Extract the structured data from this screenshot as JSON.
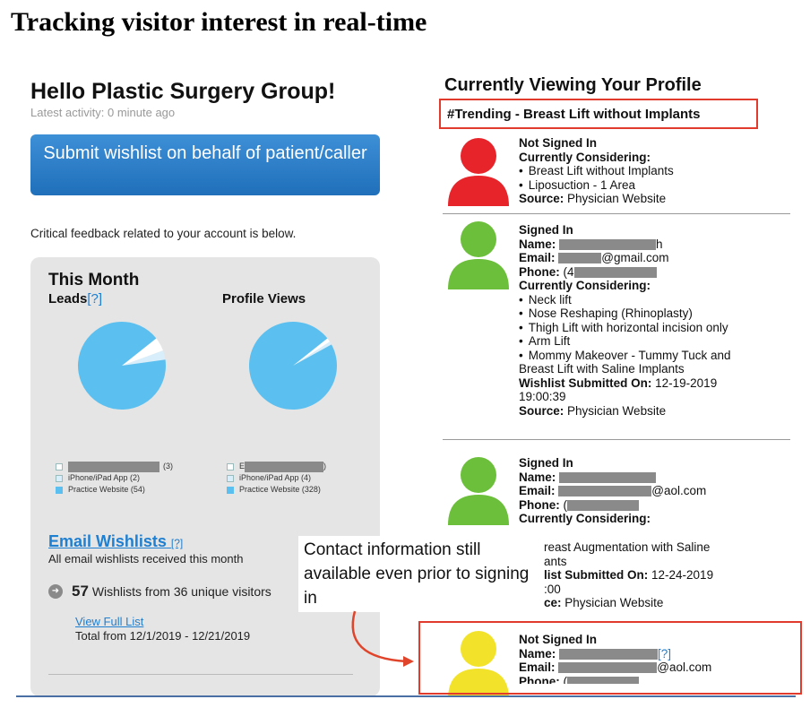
{
  "slide_title": "Tracking visitor interest in real-time",
  "left": {
    "greeting": "Hello Plastic Surgery Group!",
    "activity": "Latest activity: 0 minute ago",
    "wishlist_button": "Submit wishlist on behalf of patient/caller",
    "feedback": "Critical feedback related to your account is below.",
    "this_month": "This Month",
    "leads_label": "Leads",
    "leads_help": "[?]",
    "views_label": "Profile Views",
    "leads_legend": [
      {
        "label": "",
        "value": "(3)",
        "color": "#ffffff",
        "redacted": true
      },
      {
        "label": "iPhone/iPad App (2)",
        "color": "#d8eefa"
      },
      {
        "label": "Practice Website (54)",
        "color": "#5bc0f0"
      }
    ],
    "views_legend": [
      {
        "label": "E",
        "value": ")",
        "color": "#ffffff",
        "redacted": true
      },
      {
        "label": "iPhone/iPad App (4)",
        "color": "#d8eefa"
      },
      {
        "label": "Practice Website (328)",
        "color": "#5bc0f0"
      }
    ],
    "leads_pie": {
      "values": [
        3,
        2,
        54
      ],
      "colors": [
        "#ffffff",
        "#d8eefa",
        "#5bc0f0"
      ]
    },
    "views_pie": {
      "values": [
        5,
        4,
        328
      ],
      "colors": [
        "#ffffff",
        "#d8eefa",
        "#5bc0f0"
      ]
    },
    "email_wishlists": "Email Wishlists",
    "email_help": "[?]",
    "email_desc": "All email wishlists received this month",
    "wishlist_count": "57",
    "wishlist_text": "Wishlists from 36 unique visitors",
    "view_full_list": "View Full List",
    "total_from": "Total from 12/1/2019 - 12/21/2019"
  },
  "right": {
    "heading": "Currently Viewing Your Profile",
    "trending": "#Trending - Breast Lift without Implants",
    "visitors": [
      {
        "status": "Not Signed In",
        "avatar_color": "#e8242b",
        "considering_label": "Currently Considering:",
        "items": [
          "Breast Lift without Implants",
          "Liposuction - 1 Area"
        ],
        "source_label": "Source:",
        "source": "Physician Website"
      },
      {
        "status": "Signed In",
        "avatar_color": "#6cbf3a",
        "name_label": "Name:",
        "name_tail": "h",
        "email_label": "Email:",
        "email_tail": "@gmail.com",
        "phone_label": "Phone:",
        "phone_head": "(4",
        "considering_label": "Currently Considering:",
        "items": [
          "Neck lift",
          "Nose Reshaping (Rhinoplasty)",
          "Thigh Lift with horizontal incision only",
          "Arm Lift",
          "Mommy Makeover - Tummy Tuck and"
        ],
        "item_continuation": "Breast Lift with Saline Implants",
        "submitted_label": "Wishlist Submitted On:",
        "submitted": "12-19-2019",
        "submitted_time": "19:00:39",
        "source_label": "Source:",
        "source": "Physician Website"
      },
      {
        "status": "Signed In",
        "avatar_color": "#6cbf3a",
        "name_label": "Name:",
        "email_label": "Email:",
        "email_tail": "@aol.com",
        "phone_label": "Phone:",
        "phone_head": "(",
        "considering_label": "Currently Considering:",
        "item_partial": "reast Augmentation with Saline",
        "item_partial2": "ants",
        "submitted_label": "list Submitted On:",
        "submitted": "12-24-2019",
        "time_partial": ":00",
        "source_label": "ce:",
        "source": "Physician Website"
      },
      {
        "status": "Not Signed In",
        "avatar_color": "#f2e32a",
        "name_label": "Name:",
        "name_help": "[?]",
        "email_label": "Email:",
        "email_tail": "@aol.com",
        "phone_label": "Phone:",
        "phone_head": "("
      }
    ]
  },
  "callout": "Contact information still available even prior to signing in",
  "colors": {
    "highlight": "#e03b2c",
    "link": "#1f7fd0",
    "button": "#2b7fcb"
  }
}
